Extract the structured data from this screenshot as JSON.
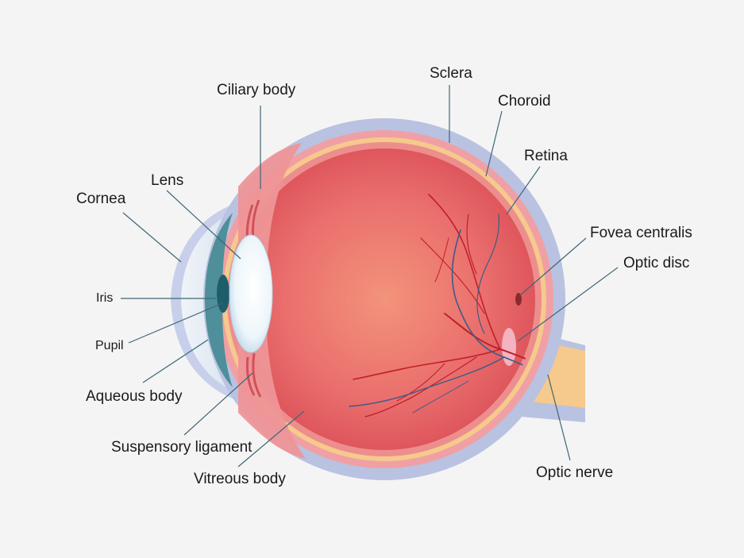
{
  "diagram": {
    "labels": {
      "ciliary_body": "Ciliary body",
      "sclera": "Sclera",
      "choroid": "Choroid",
      "retina": "Retina",
      "lens": "Lens",
      "cornea": "Cornea",
      "fovea_centralis": "Fovea centralis",
      "optic_disc": "Optic disc",
      "iris": "Iris",
      "pupil": "Pupil",
      "aqueous_body": "Aqueous body",
      "suspensory_ligament": "Suspensory ligament",
      "vitreous_body": "Vitreous body",
      "optic_nerve": "Optic nerve"
    },
    "colors": {
      "background": "#f4f4f4",
      "sclera": "#b9c2e1",
      "choroid": "#f0a0a4",
      "retina": "#f6c98c",
      "vitreous_center": "#f3937b",
      "vitreous_edge": "#db4f57",
      "lens": "#eaf4fb",
      "iris": "#4e8f99",
      "pupil": "#1e5d6a",
      "cornea": "#e4ecf3",
      "optic_nerve": "#f6c98c",
      "artery": "#c0202a",
      "vein": "#3b5c88",
      "leader_line": "#3f6677"
    }
  }
}
